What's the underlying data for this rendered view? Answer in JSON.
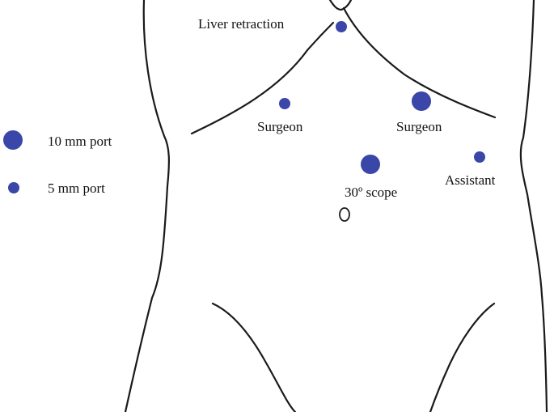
{
  "colors": {
    "port_fill": "#3a46a8",
    "outline": "#1a1a1a",
    "background": "#ffffff"
  },
  "legend": {
    "items": [
      {
        "label": "10 mm port",
        "size": "10mm"
      },
      {
        "label": "5 mm port",
        "size": "5mm"
      }
    ]
  },
  "ports": [
    {
      "label": "Liver retraction",
      "size": "5mm"
    },
    {
      "label": "Surgeon",
      "size": "5mm"
    },
    {
      "label": "Surgeon",
      "size": "10mm"
    },
    {
      "label": "30º scope",
      "size": "10mm"
    },
    {
      "label": "Assistant",
      "size": "5mm"
    }
  ],
  "landmarks": {
    "umbilicus": "umbilicus-outline"
  }
}
